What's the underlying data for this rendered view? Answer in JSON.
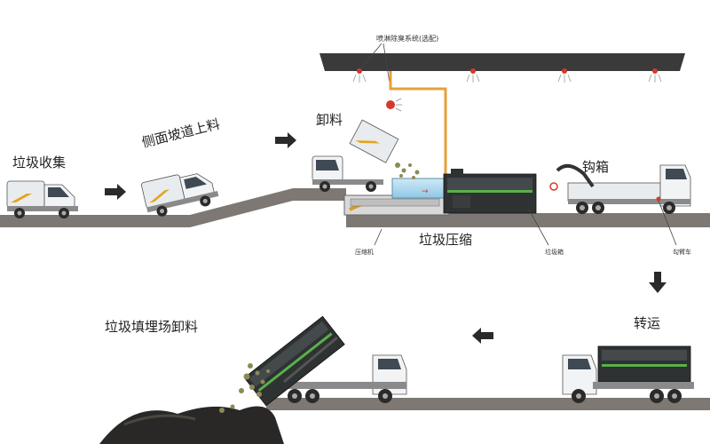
{
  "labels": {
    "collect": "垃圾收集",
    "side_ramp": "侧面坡道上料",
    "unload": "卸料",
    "hook_box": "钩箱",
    "compress": "垃圾压缩",
    "transfer": "转运",
    "landfill": "垃圾填埋场卸料",
    "spray_system": "喷淋除臭系统(选配)",
    "compressor": "压缩机",
    "garbage_box": "垃圾箱",
    "hook_arm_truck": "勾臂车"
  },
  "colors": {
    "ground": "#7d7873",
    "roof": "#3a3a3a",
    "pipe": "#e4a03a",
    "truck_body": "#e9ecee",
    "box_dark": "#2f3233",
    "accent_green": "#5ab04a",
    "accent_yellow": "#e2a51f"
  }
}
